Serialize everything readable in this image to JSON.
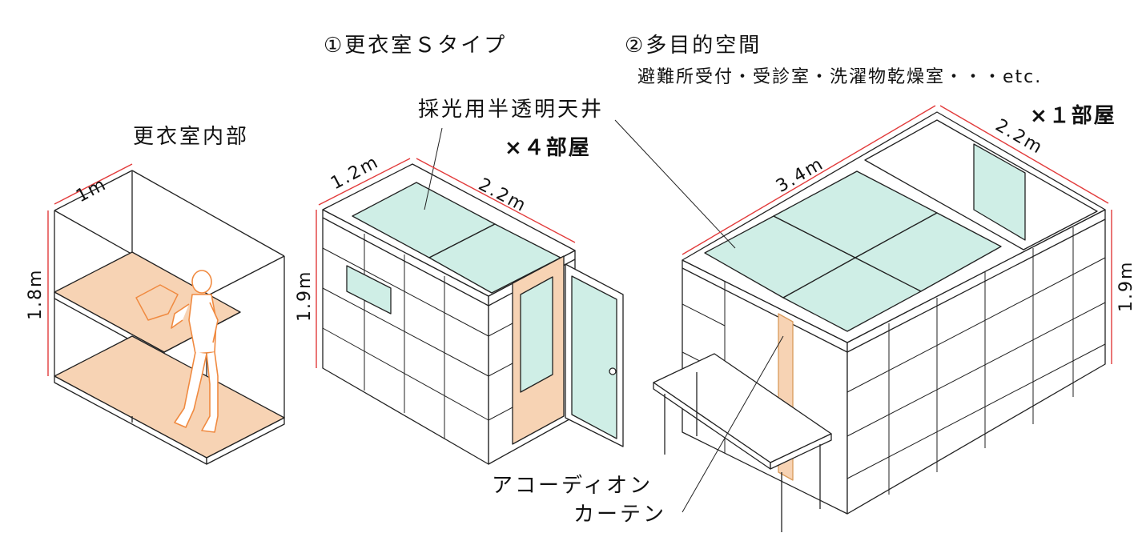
{
  "title_s_type": "①更衣室Ｓタイプ",
  "title_multi": "②多目的空間",
  "multi_uses": "避難所受付・受診室・洗濯物乾燥室・・・etc.",
  "interior_label": "更衣室内部",
  "skylight_label": "採光用半透明天井",
  "count_s_type": "×４部屋",
  "count_multi": "×１部屋",
  "curtain_line1": "アコーディオン",
  "curtain_line2": "カーテン",
  "dims": {
    "interior_width": "1m",
    "interior_height": "1.8m",
    "s_width": "1.2m",
    "s_depth": "2.2m",
    "s_height": "1.9m",
    "m_width": "3.4m",
    "m_depth": "2.2m",
    "m_height": "1.9m"
  },
  "colors": {
    "glass": "#cfeee6",
    "floor": "#f7d3b4",
    "person": "#f4a060",
    "dimension": "#e23b3b",
    "line": "#222222"
  }
}
